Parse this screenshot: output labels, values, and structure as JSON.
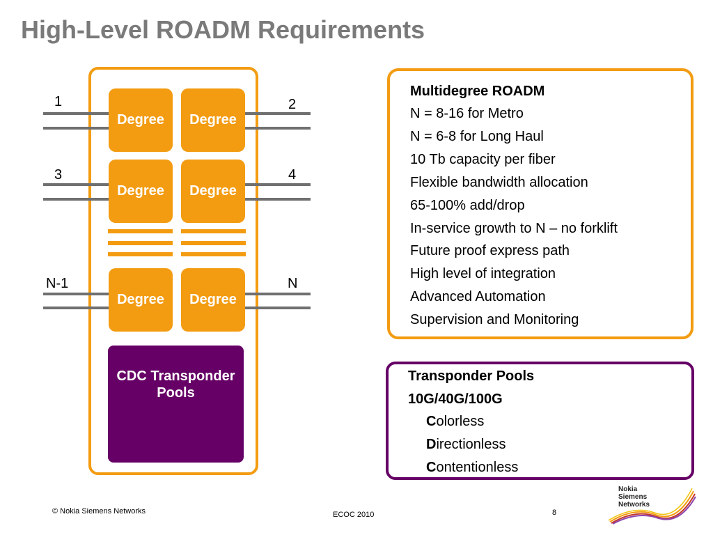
{
  "slide": {
    "title": "High-Level ROADM Requirements"
  },
  "diagram": {
    "ports": {
      "p1": "1",
      "p2": "2",
      "p3": "3",
      "p4": "4",
      "pn1": "N-1",
      "pn": "N"
    },
    "degree_label": "Degree",
    "cdc_label": "CDC Transponder Pools",
    "colors": {
      "orange": "#f39c12",
      "purple": "#660066",
      "fiber": "#707070"
    }
  },
  "roadm_panel": {
    "heading": "Multidegree ROADM",
    "items": [
      "N = 8-16 for Metro",
      "N = 6-8 for Long Haul",
      "10 Tb capacity per fiber",
      "Flexible bandwidth allocation",
      "65-100% add/drop",
      "In-service growth to N – no forklift",
      "Future proof express path",
      "High level of integration",
      "Advanced Automation",
      "Supervision and Monitoring"
    ]
  },
  "transponder_panel": {
    "heading": "Transponder Pools",
    "rates": "10G/40G/100G",
    "features": [
      {
        "initial": "C",
        "rest": "olorless"
      },
      {
        "initial": "D",
        "rest": "irectionless"
      },
      {
        "initial": "C",
        "rest": "ontentionless"
      }
    ]
  },
  "footer": {
    "copyright": "© Nokia Siemens Networks",
    "event": "ECOC  2010",
    "page_number": "8",
    "logo_text": "Nokia Siemens Networks"
  }
}
